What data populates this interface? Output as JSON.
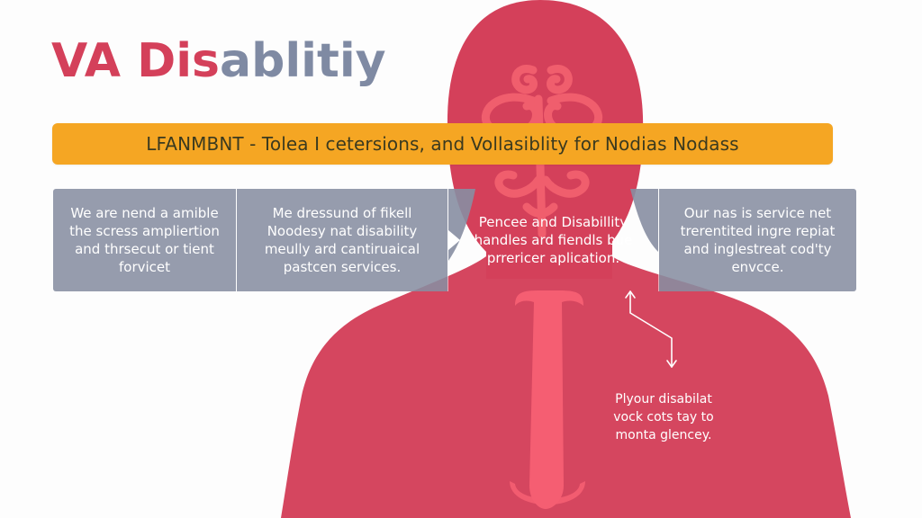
{
  "title": {
    "part1": "VA Dis",
    "part2": "ablitiy",
    "full": "VA Disablitiy"
  },
  "banner": {
    "text": "LFANMBNT  -  Tolea I cetersions, and Vollasiblity  for Nodias Nodass"
  },
  "cards": [
    {
      "text": "We are nend a amible the scress ampliertion and thrsecut or tient forvicet"
    },
    {
      "text": "Me dressund of fikell Noodesy nat disability meully ard cantiruaical pastcen services."
    },
    {
      "text": "Pencee and Disabillity handles ard fiendls bue prrericer aplication."
    },
    {
      "text": "Our nas is service net trerentited ingre repiat and inglestreat cod'ty envcce."
    }
  ],
  "caption": {
    "text": "Plyour disabilat vock cots tay to monta glencey."
  },
  "colors": {
    "crimson": "#D4405A",
    "crimson_light": "#F2606F",
    "slate": "#7F8AA3",
    "orange": "#F5A623",
    "banner_text": "#3B3A1F",
    "card_gray": "#878EA2",
    "background": "#FDFDFD"
  },
  "icons": {
    "card_arrow": "triangle-right-icon",
    "connector": "double-headed-zigzag-arrow-icon",
    "brain_motif": "brain-knot-icon",
    "spine_motif": "spine-icon",
    "silhouette": "person-silhouette-icon"
  }
}
